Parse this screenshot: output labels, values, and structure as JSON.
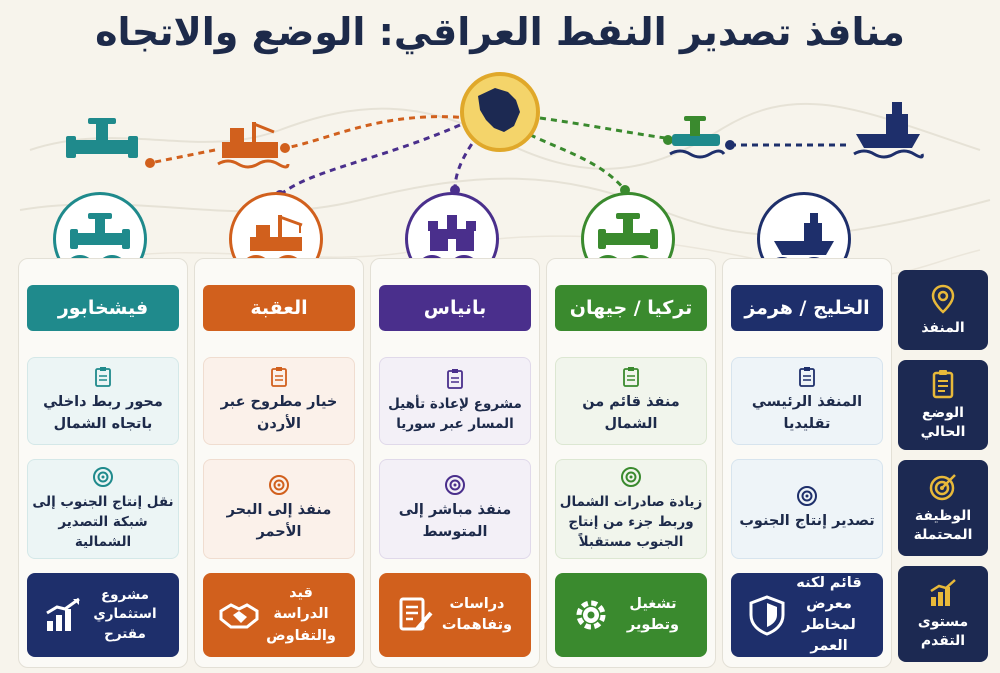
{
  "title": "منافذ تصدير النفط العراقي: الوضع والاتجاه",
  "legend": [
    {
      "label": "المنفذ",
      "icon": "location-pin-icon"
    },
    {
      "label": "الوضع الحالي",
      "icon": "clipboard-icon"
    },
    {
      "label": "الوظيفة المحتملة",
      "icon": "target-icon"
    },
    {
      "label": "مستوى التقدم",
      "icon": "bar-chart-icon"
    }
  ],
  "columns": [
    {
      "name": "الخليج / هرمز",
      "color": "#1e2f6b",
      "icon": "ship-icon",
      "status": "المنفذ الرئيسي تقليديا",
      "function": "تصدير إنتاج الجنوب",
      "progress": "قائم لكنه معرض لمخاطر العمر",
      "progress_icon": "shield-icon"
    },
    {
      "name": "تركيا / جيهان",
      "color": "#3a8a2e",
      "icon": "valve-pipeline-icon",
      "status": "منفذ قائم من الشمال",
      "function": "زيادة صادرات الشمال وربط جزء من إنتاج الجنوب مستقبلاً",
      "progress": "تشغيل وتطوير",
      "progress_icon": "gear-icon"
    },
    {
      "name": "بانياس",
      "color": "#4a2f8c",
      "icon": "castle-icon",
      "status": "مشروع لإعادة تأهيل المسار عبر سوريا",
      "function": "منفذ مباشر إلى المتوسط",
      "progress": "دراسات وتفاهمات",
      "progress_icon": "document-pen-icon"
    },
    {
      "name": "العقبة",
      "color": "#d1601d",
      "icon": "port-crane-icon",
      "status": "خيار مطروح عبر الأردن",
      "function": "منفذ إلى البحر الأحمر",
      "progress": "قيد الدراسة والتفاوض",
      "progress_icon": "handshake-icon"
    },
    {
      "name": "فيشخابور",
      "color": "#1f8a8c",
      "icon": "valve-pipeline-icon",
      "status": "محور ربط داخلي باتجاه الشمال",
      "function": "نقل إنتاج الجنوب إلى شبكة التصدير الشمالية",
      "progress": "مشروع استثماري مقترح",
      "progress_icon": "growth-chart-icon"
    }
  ],
  "colors": {
    "navy": "#1c2952",
    "background": "#f7f4ec",
    "gold": "#e8b93a"
  }
}
